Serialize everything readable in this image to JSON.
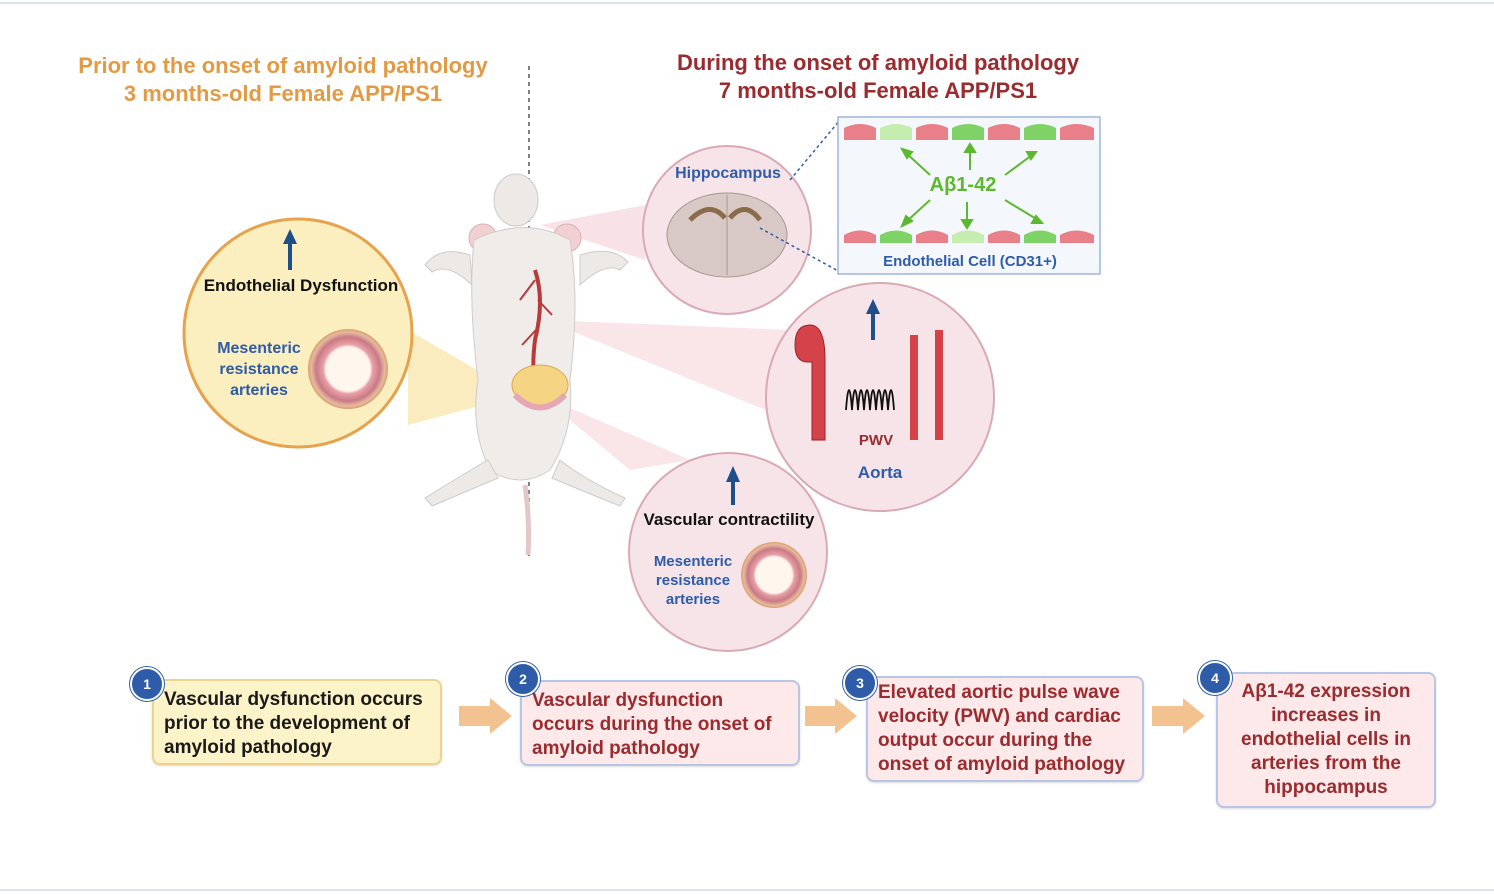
{
  "titles": {
    "left_line1": "Prior to the onset of amyloid pathology",
    "left_line2": "3 months-old Female APP/PS1",
    "right_line1": "During the onset of amyloid pathology",
    "right_line2": "7 months-old Female APP/PS1"
  },
  "left_panel": {
    "heading": "Endothelial Dysfunction",
    "vessel_line1": "Mesenteric",
    "vessel_line2": "resistance",
    "vessel_line3": "arteries"
  },
  "hippocampus": {
    "label": "Hippocampus",
    "peptide": "Aβ1-42",
    "cell_label": "Endothelial Cell (CD31+)"
  },
  "aorta": {
    "pwv_label": "PWV",
    "label": "Aorta"
  },
  "contractility": {
    "heading": "Vascular contractility",
    "vessel_line1": "Mesenteric",
    "vessel_line2": "resistance",
    "vessel_line3": "arteries"
  },
  "steps": [
    {
      "number": "1",
      "text": "Vascular dysfunction occurs prior to the development of amyloid pathology"
    },
    {
      "number": "2",
      "text": "Vascular dysfunction occurs during the onset of amyloid pathology"
    },
    {
      "number": "3",
      "text": "Elevated aortic pulse wave velocity (PWV) and cardiac output occur during the onset of amyloid pathology"
    },
    {
      "number": "4",
      "text": "Aβ1-42 expression increases in endothelial cells in arteries from the hippocampus"
    }
  ],
  "colors": {
    "left_accent": "#e39a44",
    "right_accent": "#9a2b2e",
    "blue_text": "#2e5ca8",
    "green_text": "#5cb82e"
  }
}
